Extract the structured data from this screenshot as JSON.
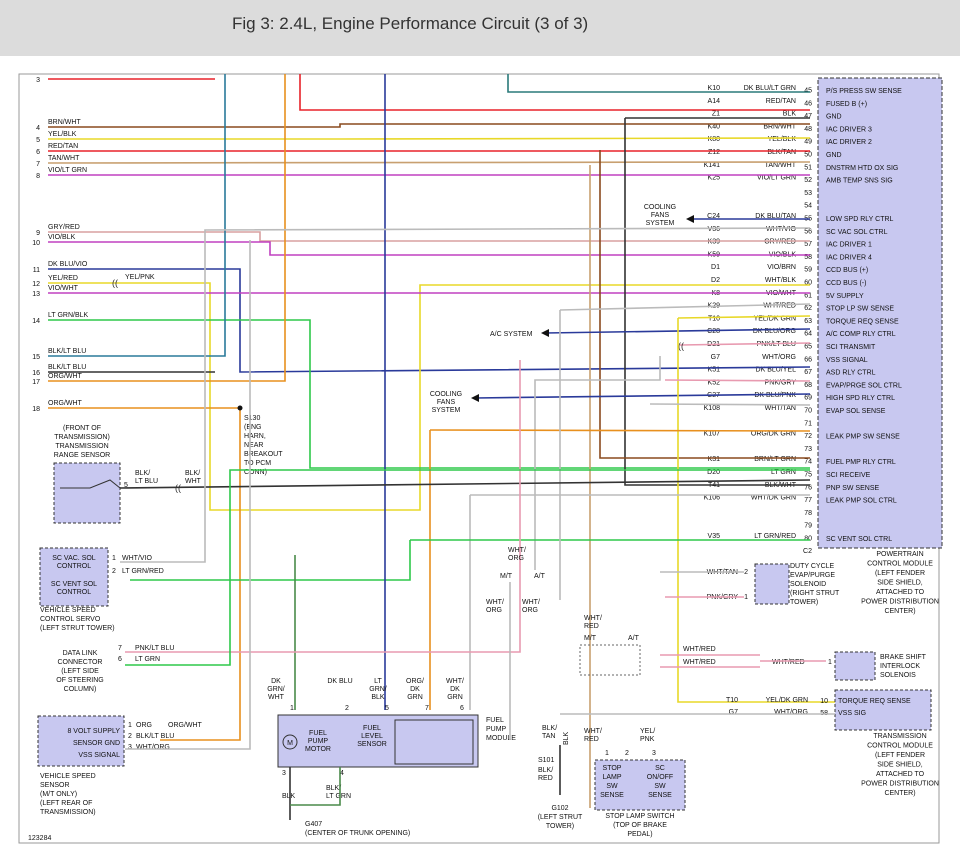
{
  "title": "Fig 3: 2.4L, Engine Performance Circuit (3 of 3)",
  "figure_number": "123284",
  "pcm": {
    "pins": [
      {
        "wire": "K10",
        "color": "DK BLU/LT GRN",
        "num": "45",
        "label": "P/S PRESS SW SENSE"
      },
      {
        "wire": "A14",
        "color": "RED/TAN",
        "num": "46",
        "label": "FUSED B (+)"
      },
      {
        "wire": "Z1",
        "color": "BLK",
        "num": "47",
        "label": "GND"
      },
      {
        "wire": "K40",
        "color": "BRN/WHT",
        "num": "48",
        "label": "IAC DRIVER 3"
      },
      {
        "wire": "K80",
        "color": "YEL/BLK",
        "num": "49",
        "label": "IAC DRIVER 2"
      },
      {
        "wire": "Z12",
        "color": "BLK/TAN",
        "num": "50",
        "label": "GND"
      },
      {
        "wire": "K141",
        "color": "TAN/WHT",
        "num": "51",
        "label": "DNSTRM HTD OX SIG"
      },
      {
        "wire": "K25",
        "color": "VIO/LT GRN",
        "num": "52",
        "label": "AMB TEMP SNS SIG"
      },
      {
        "wire": "",
        "color": "",
        "num": "53",
        "label": ""
      },
      {
        "wire": "",
        "color": "",
        "num": "54",
        "label": ""
      },
      {
        "wire": "C24",
        "color": "DK BLU/TAN",
        "num": "55",
        "label": "LOW SPD RLY CTRL"
      },
      {
        "wire": "V36",
        "color": "WHT/VIO",
        "num": "56",
        "label": "SC VAC SOL CTRL"
      },
      {
        "wire": "K39",
        "color": "GRY/RED",
        "num": "57",
        "label": "IAC DRIVER 1"
      },
      {
        "wire": "K59",
        "color": "VIO/BLK",
        "num": "58",
        "label": "IAC DRIVER 4"
      },
      {
        "wire": "D1",
        "color": "VIO/BRN",
        "num": "59",
        "label": "CCD BUS (+)"
      },
      {
        "wire": "D2",
        "color": "WHT/BLK",
        "num": "60",
        "label": "CCD BUS (-)"
      },
      {
        "wire": "K8",
        "color": "VIO/WHT",
        "num": "61",
        "label": "5V SUPPLY"
      },
      {
        "wire": "K29",
        "color": "WHT/RED",
        "num": "62",
        "label": "STOP LP SW SENSE"
      },
      {
        "wire": "T10",
        "color": "YEL/DK GRN",
        "num": "63",
        "label": "TORQUE REQ SENSE"
      },
      {
        "wire": "C28",
        "color": "DK BLU/ORG",
        "num": "64",
        "label": "A/C COMP RLY CTRL"
      },
      {
        "wire": "D21",
        "color": "PNK/LT BLU",
        "num": "65",
        "label": "SCI TRANSMIT"
      },
      {
        "wire": "G7",
        "color": "WHT/ORG",
        "num": "66",
        "label": "VSS SIGNAL"
      },
      {
        "wire": "K51",
        "color": "DK BLU/YEL",
        "num": "67",
        "label": "ASD RLY CTRL"
      },
      {
        "wire": "K52",
        "color": "PNK/GRY",
        "num": "68",
        "label": "EVAP/PRGE SOL CTRL"
      },
      {
        "wire": "C27",
        "color": "DK BLU/PNK",
        "num": "69",
        "label": "HIGH SPD RLY CTRL"
      },
      {
        "wire": "K108",
        "color": "WHT/TAN",
        "num": "70",
        "label": "EVAP SOL SENSE"
      },
      {
        "wire": "",
        "color": "",
        "num": "71",
        "label": ""
      },
      {
        "wire": "K107",
        "color": "ORG/DK GRN",
        "num": "72",
        "label": "LEAK PMP SW SENSE"
      },
      {
        "wire": "",
        "color": "",
        "num": "73",
        "label": ""
      },
      {
        "wire": "K31",
        "color": "BRN/LT GRN",
        "num": "74",
        "label": "FUEL PMP RLY CTRL"
      },
      {
        "wire": "D20",
        "color": "LT GRN",
        "num": "75",
        "label": "SCI RECEIVE"
      },
      {
        "wire": "T41",
        "color": "BLK/WHT",
        "num": "76",
        "label": "PNP SW SENSE"
      },
      {
        "wire": "K106",
        "color": "WHT/DK GRN",
        "num": "77",
        "label": "LEAK PMP SOL CTRL"
      },
      {
        "wire": "",
        "color": "",
        "num": "78",
        "label": ""
      },
      {
        "wire": "",
        "color": "",
        "num": "79",
        "label": ""
      },
      {
        "wire": "V35",
        "color": "LT GRN/RED",
        "num": "80",
        "label": "SC VENT SOL CTRL"
      }
    ],
    "connector": "C2",
    "caption": [
      "POWERTRAIN",
      "CONTROL MODULE",
      "(LEFT FENDER",
      "SIDE SHIELD,",
      "ATTACHED TO",
      "POWER DISTRIBUTION",
      "CENTER)"
    ]
  },
  "left_wires": [
    {
      "num": "3",
      "color": ""
    },
    {
      "num": "4",
      "color": "BRN/WHT"
    },
    {
      "num": "5",
      "color": "YEL/BLK"
    },
    {
      "num": "6",
      "color": "RED/TAN"
    },
    {
      "num": "7",
      "color": "TAN/WHT"
    },
    {
      "num": "8",
      "color": "VIO/LT GRN"
    },
    {
      "num": "9",
      "color": "GRY/RED"
    },
    {
      "num": "10",
      "color": "VIO/BLK"
    },
    {
      "num": "11",
      "color": "DK BLU/VIO"
    },
    {
      "num": "12",
      "color": "YEL/RED"
    },
    {
      "num": "13",
      "color": "VIO/WHT"
    },
    {
      "num": "14",
      "color": "LT GRN/BLK"
    },
    {
      "num": "15",
      "color": "BLK/LT BLU"
    },
    {
      "num": "16",
      "color": "BLK/LT BLU"
    },
    {
      "num": "17",
      "color": "ORG/WHT"
    },
    {
      "num": "18",
      "color": "ORG/WHT"
    }
  ],
  "yel_pnk": "YEL/PNK",
  "cooling_fans_1": [
    "COOLING",
    "FANS",
    "SYSTEM"
  ],
  "cooling_fans_2": [
    "COOLING",
    "FANS",
    "SYSTEM"
  ],
  "ac_system": "A/C SYSTEM",
  "splice_s130": [
    "S130",
    "(ENG",
    "HARN,",
    "NEAR",
    "BREAKOUT",
    "TO PCM",
    "CONN)"
  ],
  "trs": {
    "label": [
      "(FRONT OF",
      "TRANSMISSION)",
      "TRANSMISSION",
      "RANGE SENSOR"
    ],
    "pin": "5",
    "wire1": [
      "BLK/",
      "LT BLU"
    ],
    "wire2": [
      "BLK/",
      "WHT"
    ]
  },
  "servo": {
    "lines": [
      "SC VAC. SOL",
      "CONTROL",
      "SC VENT SOL",
      "CONTROL"
    ],
    "caption": [
      "VEHICLE SPEED",
      "CONTROL SERVO",
      "(LEFT STRUT TOWER)"
    ],
    "pins": [
      {
        "num": "1",
        "color": "WHT/VIO"
      },
      {
        "num": "2",
        "color": "LT GRN/RED"
      }
    ]
  },
  "dlc": {
    "label": [
      "DATA LINK",
      "CONNECTOR",
      "(LEFT SIDE",
      "OF STEERING",
      "COLUMN)"
    ],
    "pins": [
      {
        "num": "7",
        "color": "PNK/LT BLU"
      },
      {
        "num": "6",
        "color": "LT GRN"
      }
    ]
  },
  "vss": {
    "lines": [
      "8 VOLT SUPPLY",
      "SENSOR GND",
      "VSS SIGNAL"
    ],
    "pins": [
      {
        "num": "1",
        "color": "ORG"
      },
      {
        "num": "2",
        "color": "BLK/LT BLU"
      },
      {
        "num": "3",
        "color": "WHT/ORG"
      }
    ],
    "org_wht": "ORG/WHT",
    "caption": [
      "VEHICLE SPEED",
      "SENSOR",
      "(M/T ONLY)",
      "(LEFT REAR OF",
      "TRANSMISSION)"
    ]
  },
  "fuel_module": {
    "top_labels": [
      [
        "DK",
        "GRN/",
        "WHT"
      ],
      [
        "DK BLU"
      ],
      [
        "LT",
        "GRN/",
        "BLK"
      ],
      [
        "ORG/",
        "DK",
        "GRN"
      ],
      [
        "WHT/",
        "DK",
        "GRN"
      ]
    ],
    "pins": [
      "1",
      "2",
      "5",
      "7",
      "6",
      "3",
      "4"
    ],
    "motor": [
      "FUEL",
      "PUMP",
      "MOTOR"
    ],
    "level": [
      "FUEL",
      "LEVEL",
      "SENSOR"
    ],
    "name": [
      "FUEL",
      "PUMP",
      "MODULE"
    ],
    "bottom_left": "BLK",
    "bottom_right": [
      "BLK/",
      "LT GRN"
    ],
    "ground": [
      "G407",
      "(CENTER OF TRUNK OPENING)"
    ]
  },
  "wht_org_split": {
    "top": [
      "WHT/",
      "ORG"
    ],
    "mt": "M/T",
    "at": "A/T",
    "left": [
      "WHT/",
      "ORG"
    ],
    "right": [
      "WHT/",
      "ORG"
    ]
  },
  "stop_lamp": {
    "top": [
      "WHT/",
      "RED"
    ],
    "mt": "M/T",
    "at": "A/T",
    "left_wire": [
      "WHT/",
      "RED"
    ],
    "right_wire": [
      "YEL/",
      "PNK"
    ],
    "pins": [
      "1",
      "2",
      "3"
    ],
    "left_box": [
      "STOP",
      "LAMP",
      "SW",
      "SENSE"
    ],
    "right_box": [
      "SC",
      "ON/OFF",
      "SW",
      "SENSE"
    ],
    "caption": [
      "STOP LAMP SWITCH",
      "(TOP OF BRAKE",
      "PEDAL)"
    ],
    "blk_tan": [
      "BLK/",
      "TAN"
    ],
    "blk": "BLK",
    "s101": "S101",
    "blk_red": [
      "BLK/",
      "RED"
    ],
    "g102": [
      "G102",
      "(LEFT STRUT",
      "TOWER)"
    ]
  },
  "evap_solenoid": {
    "label": [
      "DUTY CYCLE",
      "EVAP/PURGE",
      "SOLENOID",
      "(RIGHT STRUT",
      "TOWER)"
    ],
    "pins": [
      {
        "num": "2",
        "color": "WHT/TAN"
      },
      {
        "num": "1",
        "color": "PNK/GRY"
      }
    ]
  },
  "brake_shift": {
    "label": [
      "BRAKE SHIFT",
      "INTERLOCK",
      "SOLENOIS"
    ],
    "wire_top": "WHT/RED",
    "wire_bottom": "WHT/RED",
    "wire_right": "WHT/RED",
    "pin": "1"
  },
  "tcm": {
    "rows": [
      {
        "wire": "T10",
        "color": "YEL/DK GRN",
        "num": "10",
        "label": "TORQUE REQ SENSE"
      },
      {
        "wire": "G7",
        "color": "WHT/ORG",
        "num": "58",
        "label": "VSS SIG"
      }
    ],
    "caption": [
      "TRANSMISSION",
      "CONTROL MODULE",
      "(LEFT FENDER",
      "SIDE SHIELD,",
      "ATTACHED TO",
      "POWER DISTRIBUTION",
      "CENTER)"
    ]
  },
  "colors": {
    "pcm_fill": "#c8c8f0",
    "red": "#e8222a",
    "tan": "#c8a070",
    "yellow": "#e8d828",
    "violet": "#c040c0",
    "green": "#2ec84a",
    "gray": "#a0a0a0",
    "orange": "#e8901e",
    "blue": "#2a3a9a"
  }
}
